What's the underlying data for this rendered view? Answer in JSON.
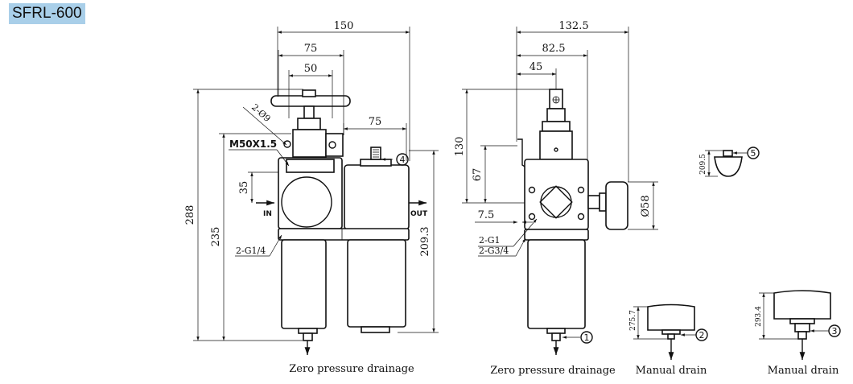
{
  "model": "SFRL-600",
  "front_view": {
    "dim_width_total": "150",
    "dim_width_75": "75",
    "dim_width_50": "50",
    "dim_offset_75": "75",
    "dim_height_288": "288",
    "dim_height_235": "235",
    "dim_height_35": "35",
    "dim_height_209_3": "209.3",
    "label_2_phi9": "2-Ø9",
    "label_thread": "M50X1.5",
    "label_in": "IN",
    "label_out": "OUT",
    "label_port": "2-G1/4",
    "callout_4": "4",
    "caption": "Zero pressure drainage"
  },
  "side_view": {
    "dim_132_5": "132.5",
    "dim_82_5": "82.5",
    "dim_45": "45",
    "dim_130": "130",
    "dim_67": "67",
    "dim_7_5": "7.5",
    "dim_phi58": "Ø58",
    "label_2_g1": "2-G1",
    "label_2_g3_4": "2-G3/4",
    "callout_1": "1",
    "caption": "Zero pressure drainage"
  },
  "detail_5": {
    "dim": "209.5",
    "callout": "5"
  },
  "detail_2": {
    "dim": "275.7",
    "callout": "2",
    "caption": "Manual drain"
  },
  "detail_3": {
    "dim": "293.4",
    "callout": "3",
    "caption": "Manual drain"
  }
}
